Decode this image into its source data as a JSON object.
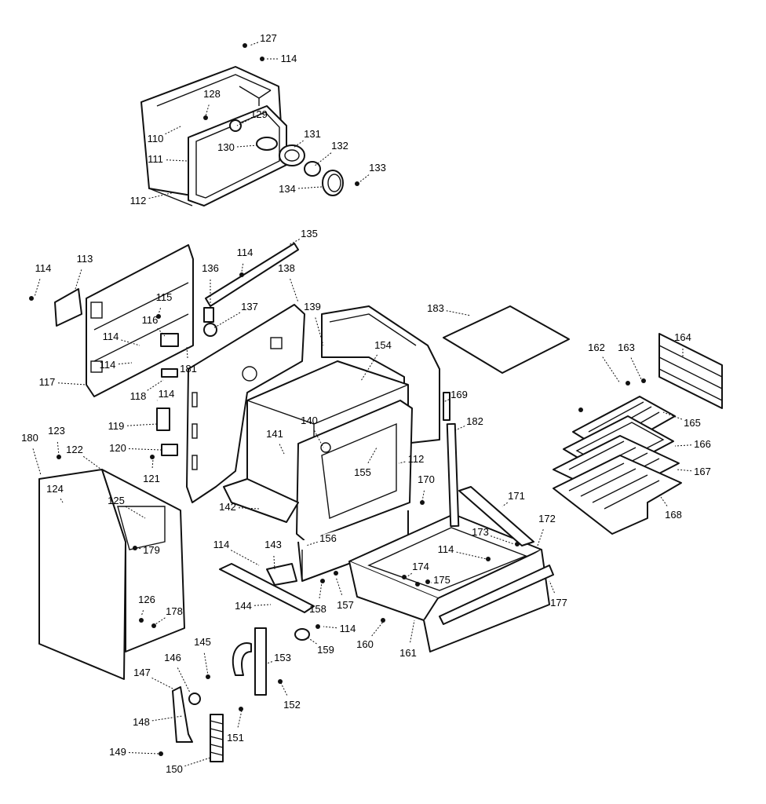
{
  "colors": {
    "ink": "#111111",
    "paper": "#ffffff"
  },
  "callouts": [
    {
      "id": "c127",
      "label": "127"
    },
    {
      "id": "c114a",
      "label": "114"
    },
    {
      "id": "c128",
      "label": "128"
    },
    {
      "id": "c129",
      "label": "129"
    },
    {
      "id": "c110",
      "label": "110"
    },
    {
      "id": "c130",
      "label": "130"
    },
    {
      "id": "c131",
      "label": "131"
    },
    {
      "id": "c132",
      "label": "132"
    },
    {
      "id": "c111",
      "label": "111"
    },
    {
      "id": "c133",
      "label": "133"
    },
    {
      "id": "c134",
      "label": "134"
    },
    {
      "id": "c112a",
      "label": "112"
    },
    {
      "id": "c135",
      "label": "135"
    },
    {
      "id": "c114b",
      "label": "114"
    },
    {
      "id": "c113",
      "label": "113"
    },
    {
      "id": "c114c",
      "label": "114"
    },
    {
      "id": "c136",
      "label": "136"
    },
    {
      "id": "c138",
      "label": "138"
    },
    {
      "id": "c115",
      "label": "115"
    },
    {
      "id": "c137",
      "label": "137"
    },
    {
      "id": "c139",
      "label": "139"
    },
    {
      "id": "c183",
      "label": "183"
    },
    {
      "id": "c116",
      "label": "116"
    },
    {
      "id": "c114d",
      "label": "114"
    },
    {
      "id": "c154",
      "label": "154"
    },
    {
      "id": "c162",
      "label": "162"
    },
    {
      "id": "c163",
      "label": "163"
    },
    {
      "id": "c164",
      "label": "164"
    },
    {
      "id": "c114e",
      "label": "114"
    },
    {
      "id": "c181",
      "label": "181"
    },
    {
      "id": "c117",
      "label": "117"
    },
    {
      "id": "c118",
      "label": "118"
    },
    {
      "id": "c114f",
      "label": "114"
    },
    {
      "id": "c169",
      "label": "169"
    },
    {
      "id": "c165",
      "label": "165"
    },
    {
      "id": "c119",
      "label": "119"
    },
    {
      "id": "c140",
      "label": "140"
    },
    {
      "id": "c182",
      "label": "182"
    },
    {
      "id": "c166",
      "label": "166"
    },
    {
      "id": "c180",
      "label": "180"
    },
    {
      "id": "c123",
      "label": "123"
    },
    {
      "id": "c141",
      "label": "141"
    },
    {
      "id": "c122",
      "label": "122"
    },
    {
      "id": "c120",
      "label": "120"
    },
    {
      "id": "c112b",
      "label": "112"
    },
    {
      "id": "c167",
      "label": "167"
    },
    {
      "id": "c121",
      "label": "121"
    },
    {
      "id": "c155",
      "label": "155"
    },
    {
      "id": "c170",
      "label": "170"
    },
    {
      "id": "c124",
      "label": "124"
    },
    {
      "id": "c171",
      "label": "171"
    },
    {
      "id": "c125",
      "label": "125"
    },
    {
      "id": "c142",
      "label": "142"
    },
    {
      "id": "c168",
      "label": "168"
    },
    {
      "id": "c172",
      "label": "172"
    },
    {
      "id": "c173",
      "label": "173"
    },
    {
      "id": "c114g",
      "label": "114"
    },
    {
      "id": "c179",
      "label": "179"
    },
    {
      "id": "c143",
      "label": "143"
    },
    {
      "id": "c156",
      "label": "156"
    },
    {
      "id": "c114h",
      "label": "114"
    },
    {
      "id": "c174",
      "label": "174"
    },
    {
      "id": "c175",
      "label": "175"
    },
    {
      "id": "c126",
      "label": "126"
    },
    {
      "id": "c177",
      "label": "177"
    },
    {
      "id": "c178",
      "label": "178"
    },
    {
      "id": "c158",
      "label": "158"
    },
    {
      "id": "c157",
      "label": "157"
    },
    {
      "id": "c144",
      "label": "144"
    },
    {
      "id": "c114i",
      "label": "114"
    },
    {
      "id": "c145",
      "label": "145"
    },
    {
      "id": "c159",
      "label": "159"
    },
    {
      "id": "c160",
      "label": "160"
    },
    {
      "id": "c161",
      "label": "161"
    },
    {
      "id": "c146",
      "label": "146"
    },
    {
      "id": "c153",
      "label": "153"
    },
    {
      "id": "c147",
      "label": "147"
    },
    {
      "id": "c152",
      "label": "152"
    },
    {
      "id": "c148",
      "label": "148"
    },
    {
      "id": "c151",
      "label": "151"
    },
    {
      "id": "c149",
      "label": "149"
    },
    {
      "id": "c150",
      "label": "150"
    }
  ]
}
